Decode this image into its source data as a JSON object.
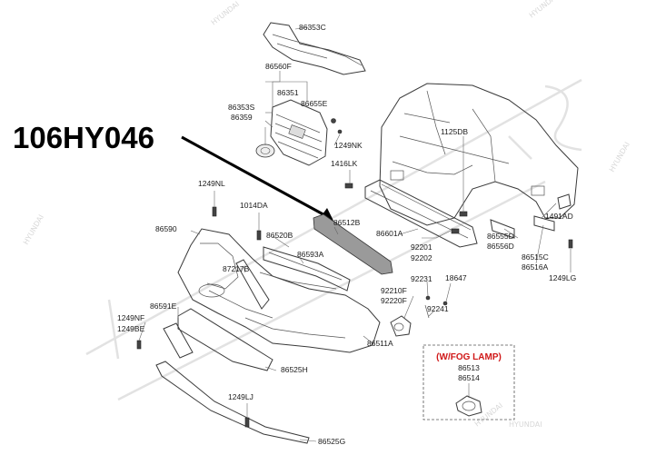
{
  "diagram_id_label": "106HY046",
  "watermark": "HYUNDAI",
  "fog_lamp_box": {
    "title": "(W/FOG LAMP)",
    "labels": [
      "86513",
      "86514"
    ]
  },
  "part_labels": {
    "p86353C": "86353C",
    "p86560F": "86560F",
    "p86351": "86351",
    "p86353S": "86353S",
    "p86359": "86359",
    "p86655E": "86655E",
    "p1249NK": "1249NK",
    "p1416LK": "1416LK",
    "p1125DB": "1125DB",
    "p1249NL": "1249NL",
    "p1014DA": "1014DA",
    "p86590": "86590",
    "p86520B": "86520B",
    "p86512B": "86512B",
    "p86601A": "86601A",
    "p87217B": "87217B",
    "p86593A": "86593A",
    "p92201": "92201",
    "p92202": "92202",
    "p1491AD": "1491AD",
    "p86555D": "86555D",
    "p86556D": "86556D",
    "p86515C": "86515C",
    "p86516A": "86516A",
    "p1249LG": "1249LG",
    "p92231": "92231",
    "p18647": "18647",
    "p92210F": "92210F",
    "p92220F": "92220F",
    "p92241": "92241",
    "p86591E": "86591E",
    "p1249NF": "1249NF",
    "p1249BE": "1249BE",
    "p86511A": "86511A",
    "p86525H": "86525H",
    "p1249LJ": "1249LJ",
    "p86525G": "86525G"
  }
}
